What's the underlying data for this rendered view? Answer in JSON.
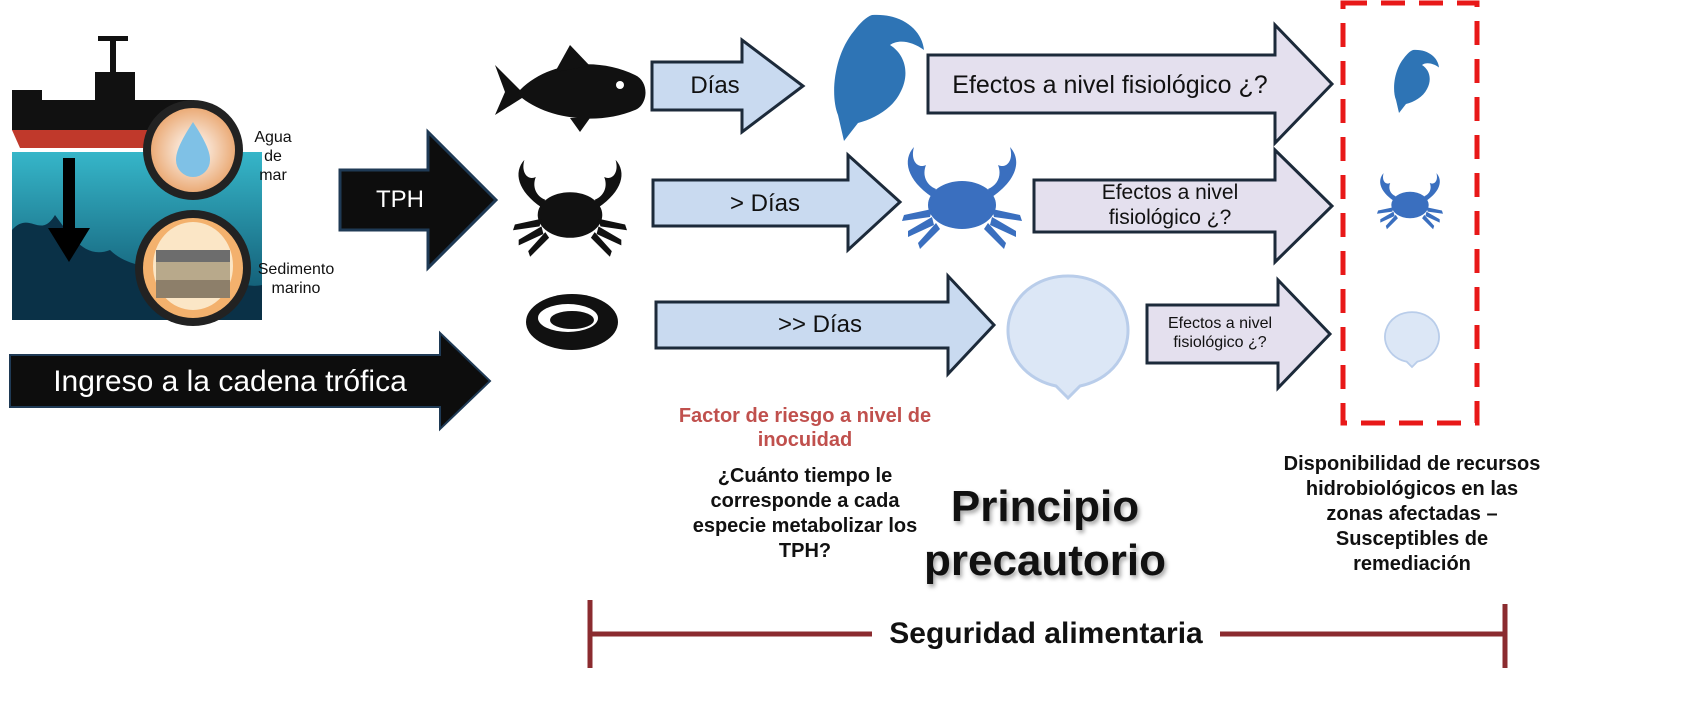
{
  "source": {
    "water_label_lines": [
      "Agua",
      "de",
      "mar"
    ],
    "sediment_label_lines": [
      "Sedimento",
      "marino"
    ]
  },
  "arrows": {
    "tph_label": "TPH",
    "trophic_chain_label": "Ingreso a la cadena trófica",
    "fish_time": "Días",
    "crab_time": "> Días",
    "mussel_time": ">> Días",
    "fish_effect": "Efectos a nivel fisiológico ¿?",
    "crab_effect_lines": [
      "Efectos a nivel",
      "fisiológico ¿?"
    ],
    "scallop_effect_lines": [
      "Efectos a nivel",
      "fisiológico ¿?"
    ]
  },
  "notes": {
    "risk_factor_lines": [
      "Factor de riesgo a nivel de",
      "inocuidad"
    ],
    "question_lines": [
      "¿Cuánto tiempo le",
      "corresponde a cada",
      "especie metabolizar los",
      "TPH?"
    ],
    "principle_lines": [
      "Principio",
      "precautorio"
    ],
    "availability_lines": [
      "Disponibilidad de recursos",
      "hidrobiológicos en las",
      "zonas afectadas –",
      "Susceptibles de",
      "remediación"
    ],
    "food_security": "Seguridad alimentaria"
  },
  "colors": {
    "arrow_blue_fill": "#c9daf0",
    "arrow_lilac_fill": "#e4e0ee",
    "arrow_outline": "#1c2a3a",
    "dark_arrow": "#0d0d0d",
    "marine_blue": "#2e74b5",
    "light_shell": "#c5d6ef",
    "risk_red": "#c0504d",
    "dashed_red": "#e81818",
    "bracket_maroon": "#8b2b2f",
    "underwater_teal": "#1f8fa8"
  },
  "icons": {
    "ship": "ship-icon",
    "water_drop": "water-drop-icon",
    "sediment": "sediment-layers-icon",
    "fish": "fish-icon",
    "crab": "crab-icon",
    "mussel": "mussel-icon",
    "jumping_fish": "jumping-fish-icon",
    "scallop": "scallop-shell-icon"
  }
}
